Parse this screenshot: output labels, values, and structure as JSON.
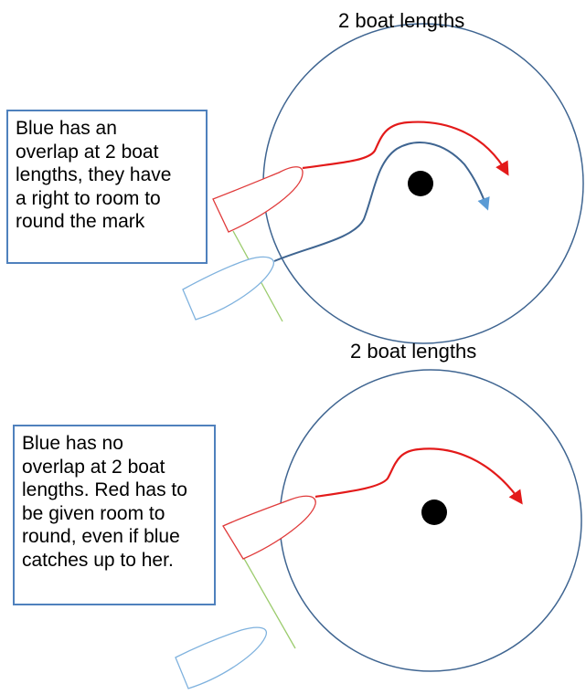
{
  "colors": {
    "circle": "#3f6591",
    "red_boat": "#e03a3a",
    "blue_boat": "#7fb2de",
    "red_track": "#e31a1a",
    "blue_track": "#3f6591",
    "blue_arrow": "#5b9bd5",
    "overlap_line": "#9ccc6e",
    "mark": "#000000",
    "note_border": "#4f81bd"
  },
  "scenario_top": {
    "zone_label": "2 boat lengths",
    "note_lines": [
      "Blue has an",
      "overlap at 2 boat",
      "lengths, they have",
      "a right to room to",
      "round the mark"
    ]
  },
  "scenario_bottom": {
    "zone_label": "2 boat lengths",
    "note_lines": [
      "Blue has no",
      "overlap at 2 boat",
      "lengths. Red has to",
      "be given room to",
      "round, even if blue",
      "catches up to her."
    ]
  }
}
